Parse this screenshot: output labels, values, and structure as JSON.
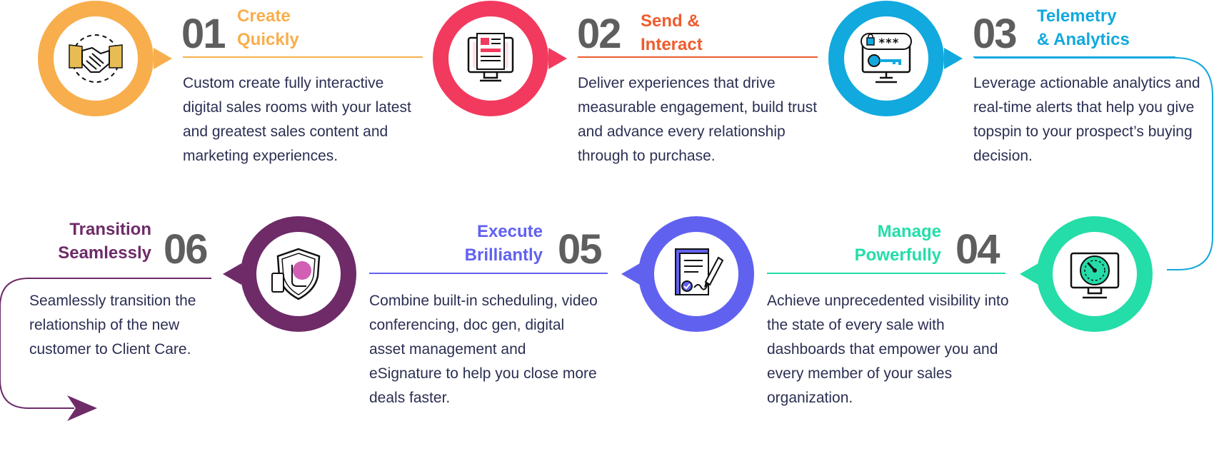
{
  "steps": [
    {
      "number": "01",
      "title": "Create\nQuickly",
      "description": "Custom create fully interactive digital sales rooms with your latest and greatest sales content and marketing experiences.",
      "color": "#F8AE4C",
      "icon": "handshake-icon"
    },
    {
      "number": "02",
      "title": "Send &\nInteract",
      "description": "Deliver experiences that drive measurable engagement, build trust and advance every relationship through to purchase.",
      "color": "#EE5C2E",
      "ring_color": "#F23A5E",
      "icon": "document-monitor-icon"
    },
    {
      "number": "03",
      "title": "Telemetry\n& Analytics",
      "description": "Leverage actionable analytics and real-time alerts that help you give topspin to your prospect’s buying decision.",
      "color": "#11A9DE",
      "icon": "secure-key-monitor-icon"
    },
    {
      "number": "04",
      "title": "Manage\nPowerfully",
      "description": "Achieve unprecedented visibility into the state of every sale with dashboards that empower you and every member of your sales organization.",
      "color": "#24DDA8",
      "icon": "dashboard-gauge-icon"
    },
    {
      "number": "05",
      "title": "Execute\nBrilliantly",
      "description": "Combine built-in scheduling, video conferencing, doc gen, digital asset management and eSignature to help you close more deals faster.",
      "color": "#6161F0",
      "icon": "signed-contract-icon"
    },
    {
      "number": "06",
      "title": "Transition\nSeamlessly",
      "description": "Seamlessly transition the relationship of the new customer to Client Care.",
      "color": "#6E2B68",
      "icon": "shield-handoff-icon"
    }
  ],
  "connector_colors": {
    "row_link": "#11A9DE",
    "exit_arrow": "#6E2B68"
  }
}
